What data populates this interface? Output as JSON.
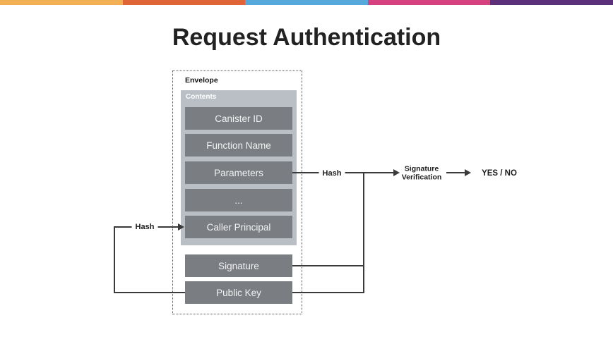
{
  "title": "Request Authentication",
  "colors": {
    "bar1": "#F0B053",
    "bar2": "#DF6438",
    "bar3": "#57A9DB",
    "bar4": "#D64180",
    "bar5": "#5C3179",
    "box_dark": "#7A7E82",
    "contents_bg": "#B9BFC5",
    "line": "#3A3A3A",
    "title_text": "#222222"
  },
  "diagram": {
    "envelope_label": "Envelope",
    "contents_label": "Contents",
    "fields": {
      "canister_id": "Canister ID",
      "function_name": "Function Name",
      "parameters": "Parameters",
      "ellipsis": "...",
      "caller_principal": "Caller Principal"
    },
    "signature": "Signature",
    "public_key": "Public Key",
    "hash_left": "Hash",
    "hash_right": "Hash",
    "verification_line1": "Signature",
    "verification_line2": "Verification",
    "result": "YES / NO"
  }
}
